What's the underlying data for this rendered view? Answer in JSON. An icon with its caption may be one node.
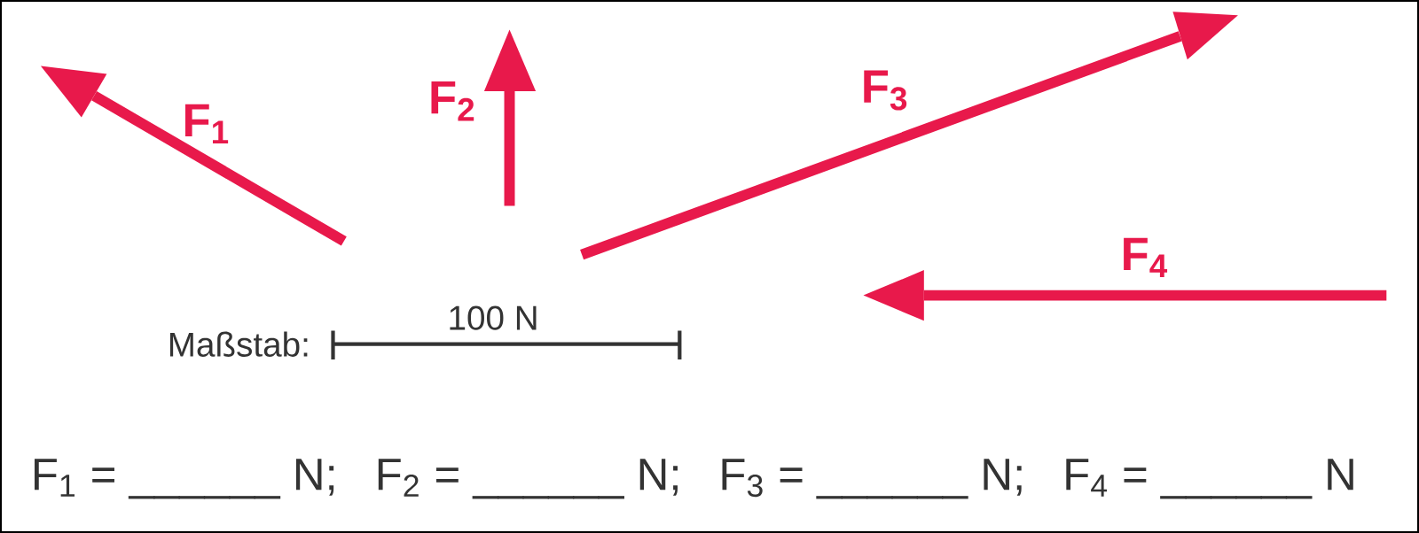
{
  "diagram": {
    "labels": [
      "F$_{1}$",
      "F$_{2}$",
      "F$_{3}$",
      "F$_{4}$",
      "Maßstab:",
      "100 N",
      "F$_{1}$ = ______ N;",
      "F$_{2}$ = ______ N;",
      "F$_{3}$ = ______ N;",
      "F$_{4}$ = ______ N"
    ]
  }
}
